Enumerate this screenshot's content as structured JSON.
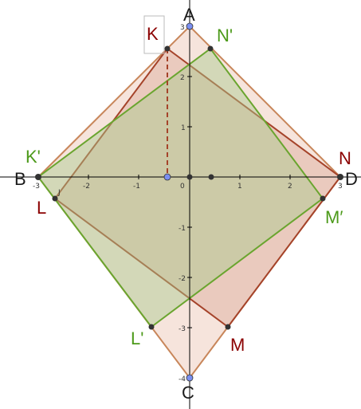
{
  "colors": {
    "rhombus_fill": "#f4dfd6",
    "rhombus_stroke": "#c8865a",
    "quad_red_fill": "#d39c86",
    "quad_red_stroke": "#a5432a",
    "quad_green_fill": "#a9c98c",
    "quad_green_stroke": "#6aa52f",
    "label_dark": "#1a1a1a",
    "label_red": "#8b0000",
    "label_green": "#4c9a1a",
    "point_blue": "#7b8ff0",
    "point_dark": "#333333"
  },
  "axis": {
    "x_ticks": [
      "-3",
      "-2",
      "-1",
      "0",
      "1",
      "2",
      "3"
    ],
    "y_ticks": [
      "3",
      "2",
      "1",
      "-1",
      "-2",
      "-3",
      "-4"
    ]
  },
  "labels": {
    "A": "A",
    "B": "B",
    "C": "C",
    "D": "D",
    "K": "K",
    "L": "L",
    "M": "M",
    "N": "N",
    "K_prime": "K'",
    "L_prime": "L'",
    "M_prime": "M′",
    "N_prime": "N'",
    "J": "J"
  }
}
